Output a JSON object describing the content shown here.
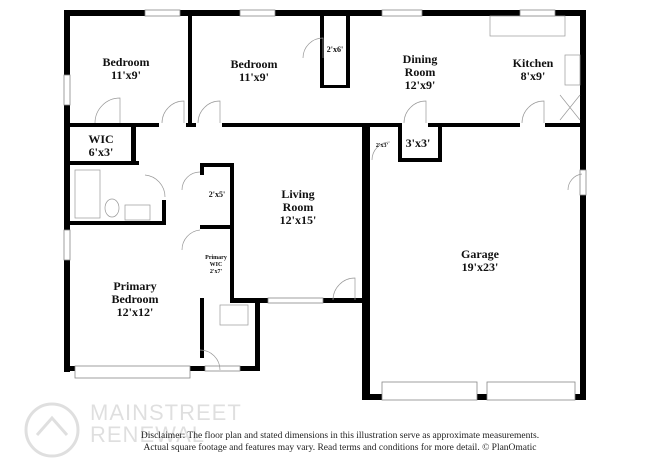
{
  "rooms": {
    "bedroom1": {
      "name": "Bedroom",
      "size": "11'x9'"
    },
    "bedroom2": {
      "name": "Bedroom",
      "size": "11'x9'"
    },
    "closet_2x6": {
      "size": "2'x6'"
    },
    "dining": {
      "name": "Dining",
      "name2": "Room",
      "size": "12'x9'"
    },
    "kitchen": {
      "name": "Kitchen",
      "size": "8'x9'"
    },
    "wic": {
      "name": "WIC",
      "size": "6'x3'"
    },
    "closet_2x3": {
      "size": "2'x3'"
    },
    "closet_3x3": {
      "size": "3'x3'"
    },
    "closet_2x5": {
      "size": "2'x5'"
    },
    "living": {
      "name": "Living",
      "name2": "Room",
      "size": "12'x15'"
    },
    "primary_wic": {
      "name": "Primary",
      "name2": "WIC",
      "size": "2'x7'"
    },
    "primary_bedroom": {
      "name": "Primary",
      "name2": "Bedroom",
      "size": "12'x12'"
    },
    "garage": {
      "name": "Garage",
      "size": "19'x23'"
    }
  },
  "watermark": {
    "line1": "MAINSTREET",
    "line2": "RENEWAL"
  },
  "disclaimer": {
    "line1": "Disclaimer: The floor plan and stated dimensions in this illustration serve as approximate measurements.",
    "line2": "Actual square footage and features may vary. Read terms and conditions for more detail. © PlanOmatic"
  }
}
